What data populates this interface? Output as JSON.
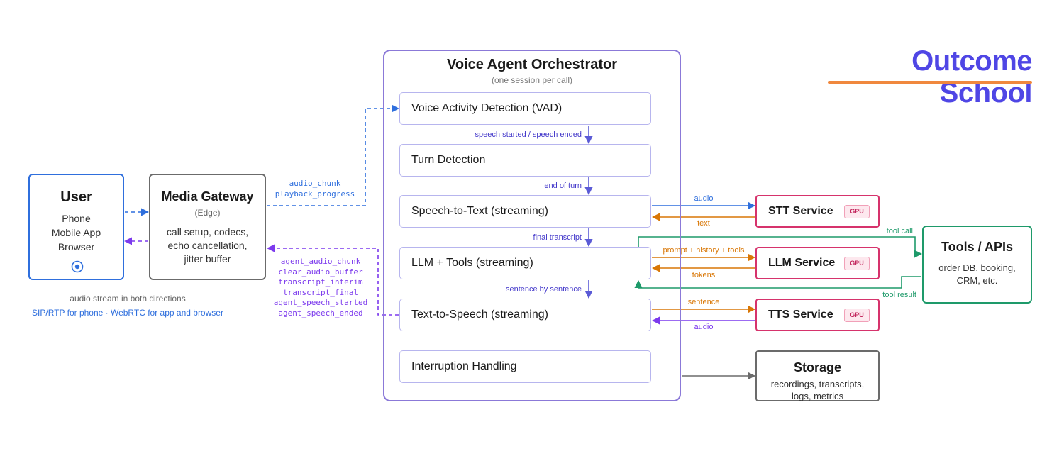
{
  "colors": {
    "blue": "#2f6fdd",
    "purple": "#7c3aed",
    "orchestrator_border": "#8b79d8",
    "stage_border": "#b7b5ee",
    "orange": "#d97706",
    "green": "#1e9a6a",
    "gray": "#6b6b6b",
    "pink": "#d6336c",
    "brand": "#4f46e5",
    "brand_underline": "#f0883e"
  },
  "brand": "Outcome School",
  "user": {
    "title": "User",
    "lines": [
      "Phone",
      "Mobile App",
      "Browser"
    ],
    "icon": "target-circle-icon"
  },
  "gateway": {
    "title": "Media Gateway",
    "subtitle": "(Edge)",
    "lines": [
      "call setup, codecs,",
      "echo cancellation,",
      "jitter buffer"
    ]
  },
  "footer": {
    "line1": "audio stream in both directions",
    "line2": "SIP/RTP for phone · WebRTC for app and browser"
  },
  "gateway_to_orchestrator_events": [
    "audio_chunk",
    "playback_progress"
  ],
  "orchestrator_to_gateway_events": [
    "agent_audio_chunk",
    "clear_audio_buffer",
    "transcript_interim",
    "transcript_final",
    "agent_speech_started",
    "agent_speech_ended"
  ],
  "orchestrator": {
    "title": "Voice Agent Orchestrator",
    "subtitle": "(one session per call)",
    "stages": [
      "Voice Activity Detection (VAD)",
      "Turn Detection",
      "Speech-to-Text (streaming)",
      "LLM + Tools (streaming)",
      "Text-to-Speech (streaming)",
      "Interruption Handling"
    ],
    "flow_labels": [
      "speech started / speech ended",
      "end of turn",
      "final transcript",
      "sentence by sentence"
    ]
  },
  "services": [
    {
      "name": "STT Service",
      "badge": "GPU",
      "send_label": "audio",
      "return_label": "text"
    },
    {
      "name": "LLM Service",
      "badge": "GPU",
      "send_label": "prompt + history + tools",
      "return_label": "tokens"
    },
    {
      "name": "TTS Service",
      "badge": "GPU",
      "send_label": "sentence",
      "return_label": "audio"
    }
  ],
  "tools": {
    "title": "Tools / APIs",
    "lines": [
      "order DB, booking,",
      "CRM, etc."
    ],
    "call_label": "tool call",
    "result_label": "tool result"
  },
  "storage": {
    "title": "Storage",
    "lines": [
      "recordings, transcripts,",
      "logs, metrics"
    ]
  }
}
